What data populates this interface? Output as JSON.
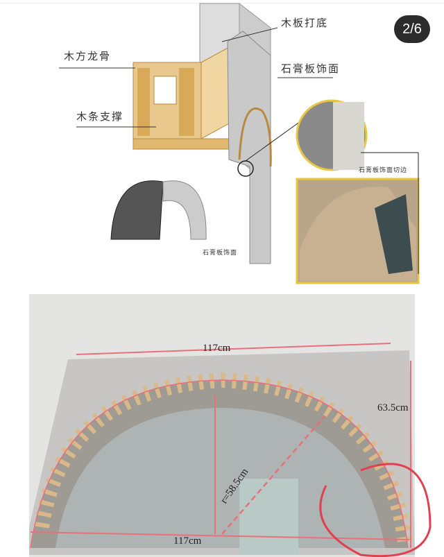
{
  "viewer": {
    "counter": "2/6"
  },
  "diagram": {
    "labels": {
      "wood_keel": "木方龙骨",
      "wood_strip_support": "木条支撑",
      "wood_board_base": "木板打底",
      "gypsum_facing": "石膏板饰面",
      "gypsum_edge_cut": "石膏板饰面切边",
      "gypsum_facing_small": "石膏板饰面"
    }
  },
  "photo": {
    "top_width": "117cm",
    "side_height": "63.5cm",
    "radius": "r=58.5cm",
    "bottom_width": "117cm",
    "accent_color": "#e8707a"
  }
}
